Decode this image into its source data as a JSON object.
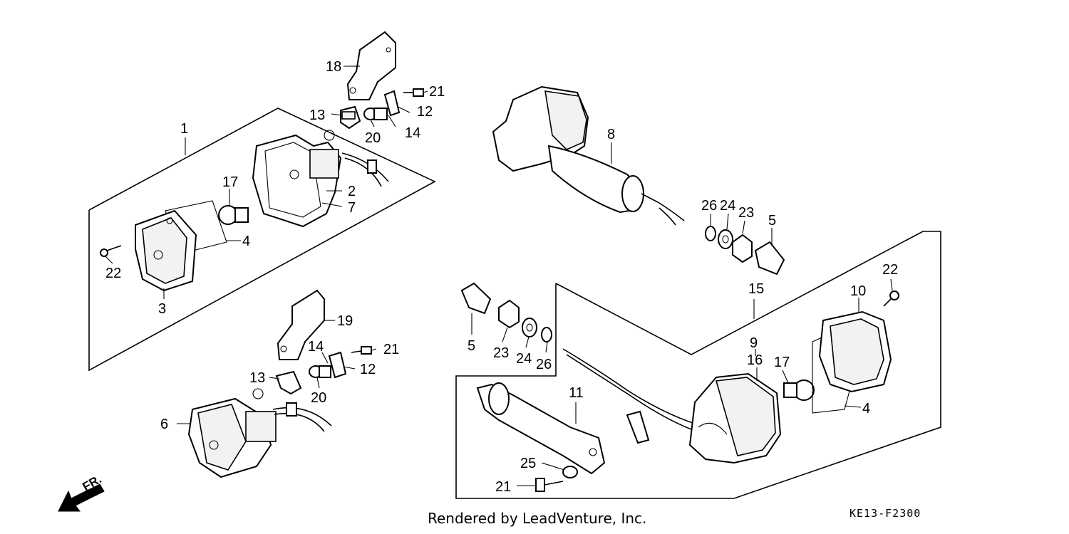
{
  "diagram": {
    "callouts": {
      "c1": "1",
      "c2": "2",
      "c3": "3",
      "c4a": "4",
      "c5a": "5",
      "c5b": "5",
      "c6": "6",
      "c7": "7",
      "c8": "8",
      "c9": "9",
      "c10": "10",
      "c11": "11",
      "c12a": "12",
      "c12b": "12",
      "c13a": "13",
      "c13b": "13",
      "c14a": "14",
      "c14b": "14",
      "c15": "15",
      "c16": "16",
      "c17a": "17",
      "c17b": "17",
      "c18": "18",
      "c19": "19",
      "c20a": "20",
      "c20b": "20",
      "c21a": "21",
      "c21b": "21",
      "c21c": "21",
      "c22a": "22",
      "c22b": "22",
      "c23a": "23",
      "c23b": "23",
      "c24a": "24",
      "c24b": "24",
      "c25": "25",
      "c26a": "26",
      "c26b": "26",
      "c4b": "4"
    },
    "direction_label": "FR.",
    "footer": "Rendered by LeadVenture, Inc.",
    "diagram_code": "KE13-F2300"
  }
}
